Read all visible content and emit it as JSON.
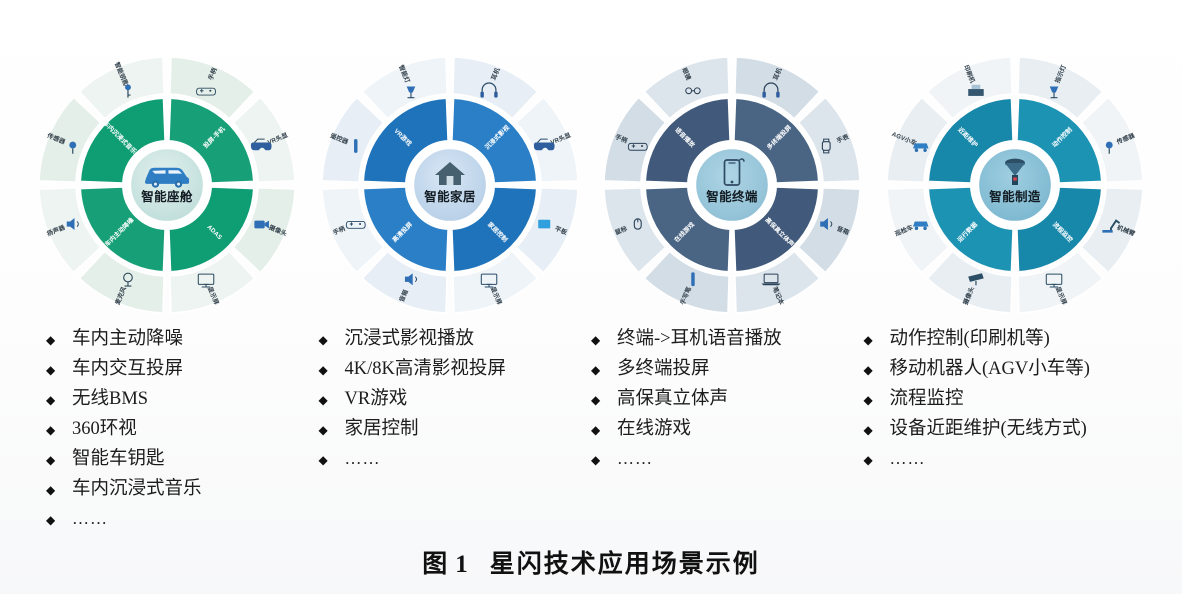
{
  "figure": {
    "caption_prefix": "图",
    "caption_number": "1",
    "caption_title": "星闪技术应用场景示例"
  },
  "palette": {
    "wheel1_inner": "#17a077",
    "wheel1_inner_alt": "#0f9d74",
    "wheel1_outer": "#e5efe9",
    "wheel1_outer_alt": "#eef4f1",
    "wheel1_center": "#cfe5e2",
    "wheel2_inner": "#2a7fc6",
    "wheel2_inner_alt": "#1f73ba",
    "wheel2_outer": "#e7eef5",
    "wheel2_outer_alt": "#eff4f8",
    "wheel2_center": "#bdd4ea",
    "wheel3_inner": "#4a6484",
    "wheel3_inner_alt": "#41597a",
    "wheel3_outer": "#d3dde6",
    "wheel3_outer_alt": "#dde5ec",
    "wheel3_center": "#9cc5d9",
    "wheel4_inner": "#1d93b4",
    "wheel4_inner_alt": "#1787aa",
    "wheel4_outer": "#e8eef2",
    "wheel4_outer_alt": "#f0f4f7",
    "wheel4_center": "#86c0d7",
    "icon_blue": "#2f6fb5",
    "icon_dark": "#2c3e52",
    "text_dark": "#1d1d1d"
  },
  "wheels": [
    {
      "id": "smart-cockpit",
      "center_label": "智能座舱",
      "center_icon": "car-icon",
      "inner_segments": [
        {
          "label": "投屏-手机",
          "icon": "phone-cast-icon"
        },
        {
          "label": "ADAS",
          "icon": "adas-icon"
        },
        {
          "label": "车内主动降噪",
          "icon": "noise-cancel-icon"
        },
        {
          "label": "车内沉浸式音乐",
          "icon": "immersive-audio-icon"
        }
      ],
      "outer_segments": [
        {
          "label": "手柄",
          "icon": "gamepad-icon"
        },
        {
          "label": "VR头显",
          "icon": "vr-headset-icon"
        },
        {
          "label": "摄像头",
          "icon": "camera-icon"
        },
        {
          "label": "显示屏",
          "icon": "monitor-icon"
        },
        {
          "label": "麦克风",
          "icon": "microphone-icon"
        },
        {
          "label": "扬声器",
          "icon": "speaker-icon"
        },
        {
          "label": "传感器",
          "icon": "sensor-icon"
        },
        {
          "label": "智能钥匙",
          "icon": "key-icon"
        }
      ]
    },
    {
      "id": "smart-home",
      "center_label": "智能家居",
      "center_icon": "house-icon",
      "inner_segments": [
        {
          "label": "沉浸式影视",
          "icon": "media-icon"
        },
        {
          "label": "家居控制",
          "icon": "home-control-icon"
        },
        {
          "label": "高清投屏",
          "icon": "cast-icon"
        },
        {
          "label": "VR游戏",
          "icon": "vr-game-icon"
        }
      ],
      "outer_segments": [
        {
          "label": "耳机",
          "icon": "headphones-icon"
        },
        {
          "label": "VR头显",
          "icon": "vr-headset-icon"
        },
        {
          "label": "平板",
          "icon": "tablet-icon"
        },
        {
          "label": "显示屏",
          "icon": "monitor-icon"
        },
        {
          "label": "音箱",
          "icon": "speaker-icon"
        },
        {
          "label": "手柄",
          "icon": "gamepad-icon"
        },
        {
          "label": "遥控器",
          "icon": "remote-icon"
        },
        {
          "label": "智能灯",
          "icon": "lamp-icon"
        }
      ]
    },
    {
      "id": "smart-terminal",
      "center_label": "智能终端",
      "center_icon": "smartphone-icon",
      "inner_segments": [
        {
          "label": "多终端投屏",
          "icon": "multicast-icon"
        },
        {
          "label": "高保真立体声",
          "icon": "hifi-icon"
        },
        {
          "label": "在线游戏",
          "icon": "game-icon"
        },
        {
          "label": "语音播放",
          "icon": "voice-icon"
        }
      ],
      "outer_segments": [
        {
          "label": "耳机",
          "icon": "headphones-icon"
        },
        {
          "label": "手表",
          "icon": "watch-icon"
        },
        {
          "label": "音箱",
          "icon": "smart-speaker-icon"
        },
        {
          "label": "笔记本",
          "icon": "laptop-icon"
        },
        {
          "label": "手写笔",
          "icon": "stylus-icon"
        },
        {
          "label": "鼠标",
          "icon": "mouse-icon"
        },
        {
          "label": "手柄",
          "icon": "gamepad-icon"
        },
        {
          "label": "眼镜",
          "icon": "glasses-icon"
        }
      ]
    },
    {
      "id": "smart-manufacturing",
      "center_label": "智能制造",
      "center_icon": "factory-sensor-icon",
      "inner_segments": [
        {
          "label": "动作控制",
          "icon": "motion-control-icon"
        },
        {
          "label": "流程监控",
          "icon": "process-monitor-icon"
        },
        {
          "label": "运行数据",
          "icon": "data-icon"
        },
        {
          "label": "近距维护",
          "icon": "maintenance-icon"
        }
      ],
      "outer_segments": [
        {
          "label": "指示灯",
          "icon": "indicator-light-icon"
        },
        {
          "label": "传感器",
          "icon": "sensor-icon"
        },
        {
          "label": "机械臂",
          "icon": "robot-arm-icon"
        },
        {
          "label": "显示屏",
          "icon": "monitor-icon"
        },
        {
          "label": "摄像头",
          "icon": "cctv-icon"
        },
        {
          "label": "巡检车",
          "icon": "agv-icon"
        },
        {
          "label": "AGV小车",
          "icon": "agv-cart-icon"
        },
        {
          "label": "印刷机",
          "icon": "printer-icon"
        }
      ]
    }
  ],
  "lists": [
    {
      "id": "smart-cockpit-list",
      "bullet": "◆",
      "items": [
        "车内主动降噪",
        "车内交互投屏",
        "无线BMS",
        "360环视",
        "智能车钥匙",
        "车内沉浸式音乐",
        "……"
      ]
    },
    {
      "id": "smart-home-list",
      "bullet": "◆",
      "items": [
        "沉浸式影视播放",
        "4K/8K高清影视投屏",
        "VR游戏",
        "家居控制",
        "……"
      ]
    },
    {
      "id": "smart-terminal-list",
      "bullet": "◆",
      "items": [
        "终端->耳机语音播放",
        "多终端投屏",
        "高保真立体声",
        "在线游戏",
        "……"
      ]
    },
    {
      "id": "smart-manufacturing-list",
      "bullet": "◆",
      "items": [
        "动作控制(印刷机等)",
        "移动机器人(AGV小车等)",
        "流程监控",
        "设备近距维护(无线方式)",
        "……"
      ]
    }
  ]
}
